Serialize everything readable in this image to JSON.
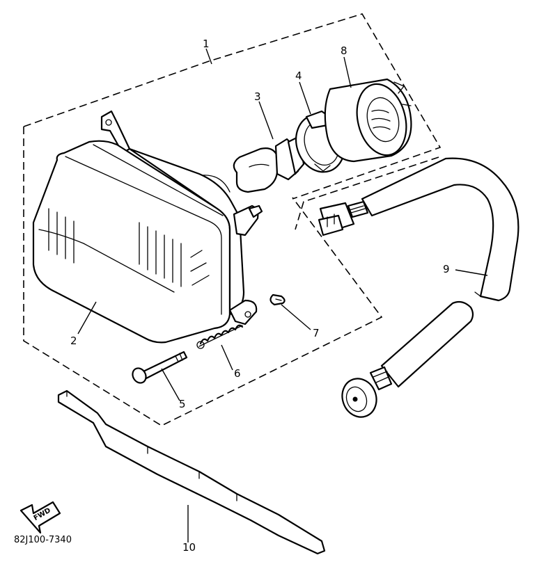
{
  "callouts": {
    "c1": "1",
    "c2": "2",
    "c3": "3",
    "c4": "4",
    "c5": "5",
    "c6": "6",
    "c7": "7",
    "c8": "8",
    "c9": "9",
    "c10": "10"
  },
  "direction_arrow": {
    "label": "FWD",
    "icon": "forward-arrow-icon"
  },
  "drawing_code": "82J100-7340"
}
